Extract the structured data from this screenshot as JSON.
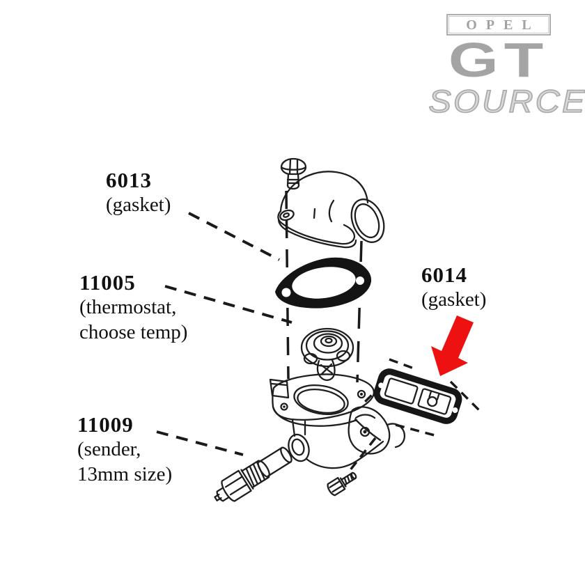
{
  "logo": {
    "brand_top": "OPEL",
    "brand_main": "GT",
    "brand_sub": "SOURCE"
  },
  "parts": {
    "p6013": {
      "number": "6013",
      "lines": [
        "(gasket)"
      ]
    },
    "p11005": {
      "number": "11005",
      "lines": [
        "(thermostat,",
        "choose temp)"
      ]
    },
    "p6014": {
      "number": "6014",
      "lines": [
        "(gasket)"
      ]
    },
    "p11009": {
      "number": "11009",
      "lines": [
        "(sender,",
        "13mm size)"
      ]
    }
  },
  "highlight": {
    "icon": "red-arrow-icon",
    "direction": "down-left",
    "color": "#ee1111",
    "points_to": "6014"
  },
  "colors": {
    "background": "#ffffff",
    "line_art": "#1e1e1e",
    "logo_gray": "#a4a4a4"
  }
}
